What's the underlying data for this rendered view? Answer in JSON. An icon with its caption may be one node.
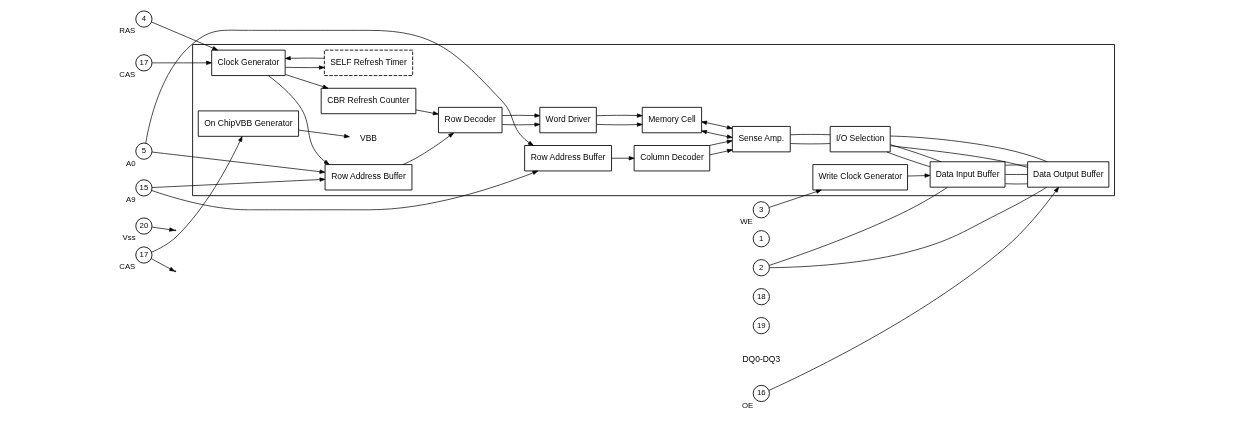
{
  "diagram": {
    "nodes": [
      {
        "text": [],
        "shape": "box"
      },
      {
        "text": [
          "4"
        ],
        "beside": [
          "RAS"
        ]
      },
      {
        "text": [
          "17"
        ],
        "beside": [
          "CAS"
        ]
      },
      {
        "text": [
          "Clock Generator"
        ],
        "in": 0
      },
      {
        "text": [
          "CBR Refresh Counter"
        ],
        "in": 0
      },
      {
        "text": [
          "SELF Refresh Timer"
        ],
        "in": 0
      },
      {
        "text": [
          "3"
        ],
        "beside": [
          "WE"
        ]
      },
      {
        "text": [
          "Write Clock Generator"
        ],
        "in": 0
      },
      {
        "text": [
          "Data Input Buffer"
        ],
        "in": 0
      },
      {
        "text": [
          "5"
        ],
        "beside": [
          "A0"
        ]
      },
      {
        "text": [
          "15"
        ],
        "beside": [
          "A9"
        ]
      },
      {
        "text": [
          "Row Address Buffer"
        ],
        "in": 0
      },
      {
        "text": [
          "Row Address Buffer"
        ],
        "in": 0
      },
      {
        "text": [
          "Row Decoder"
        ],
        "in": 0
      },
      {
        "text": [
          "Column Decoder"
        ],
        "in": 0
      },
      {
        "text": [
          "Word Driver"
        ],
        "in": 0
      },
      {
        "text": [
          "Memory Cell"
        ],
        "in": 0
      },
      {
        "text": [
          "Sense Amp."
        ],
        "in": 0
      },
      {
        "text": [
          "1"
        ]
      },
      {
        "text": [
          "2"
        ]
      },
      {
        "text": [
          "18"
        ]
      },
      {
        "text": [
          "19"
        ]
      },
      {
        "text": [
          "20"
        ],
        "beside": [
          "Vss"
        ]
      },
      {
        "text": [
          "17"
        ],
        "beside": [
          "CAS"
        ]
      },
      {
        "text": [
          "On ChipVBB Generator"
        ],
        "in": 0
      },
      {
        "text": [
          "VBB"
        ],
        "in": 0
      },
      {
        "text": [
          "I/O Selection"
        ],
        "in": 0
      },
      {
        "text": [
          "Data Output Buffer"
        ],
        "in": 0
      },
      {
        "text": [
          "16"
        ],
        "beside": [
          "OE"
        ]
      }
    ],
    "edges": [
      {
        "from": 1,
        "to": 3,
        "arrow": "to"
      },
      {
        "from": 2,
        "to": 3,
        "arrow": "to"
      },
      {
        "from": 3,
        "to": 4,
        "arrow": "to"
      },
      {
        "from": 5,
        "to": 3,
        "arrow": "to"
      },
      {
        "from": 3,
        "to": 5,
        "arrow": "to"
      },
      {
        "from": 3,
        "to": 11,
        "arrow": "to"
      },
      {
        "from": 4,
        "to": 13,
        "arrow": "to"
      },
      {
        "from": 6,
        "to": 7,
        "arrow": "to"
      },
      {
        "from": 7,
        "to": 8,
        "arrow": "to"
      },
      {
        "from": 9,
        "to": 11,
        "arrow": "to"
      },
      {
        "from": 9,
        "to": 12,
        "arrow": "to"
      },
      {
        "from": 10,
        "to": 11,
        "arrow": "to"
      },
      {
        "from": 10,
        "to": 12,
        "arrow": "to"
      },
      {
        "from": 11,
        "to": 13,
        "arrow": "to"
      },
      {
        "from": 12,
        "to": 14,
        "arrow": "to"
      },
      {
        "from": 13,
        "to": 15,
        "arrow": "to"
      },
      {
        "from": 13,
        "to": 15,
        "arrow": "to"
      },
      {
        "from": 15,
        "to": 16,
        "arrow": "to"
      },
      {
        "from": 15,
        "to": 16,
        "arrow": "to"
      },
      {
        "from": 14,
        "to": 17,
        "arrow": "to"
      },
      {
        "from": 14,
        "to": 17,
        "arrow": "to"
      },
      {
        "from": 16,
        "to": 17,
        "arrow": "both"
      },
      {
        "from": 16,
        "to": 17,
        "arrow": "both"
      },
      {
        "from": 17,
        "to": 26,
        "arrow": "none"
      },
      {
        "from": 17,
        "to": 26,
        "arrow": "none"
      },
      {
        "from": 22,
        "to": null,
        "arrow": "to"
      },
      {
        "from": 23,
        "to": 24,
        "arrow": "to"
      },
      {
        "from": 23,
        "to": null,
        "arrow": "to"
      },
      {
        "from": 24,
        "to": 25,
        "arrow": "to"
      },
      {
        "from": 8,
        "to": 27,
        "arrow": "none"
      },
      {
        "from": 8,
        "to": 27,
        "arrow": "none"
      },
      {
        "from": 8,
        "to": 27,
        "arrow": "none"
      },
      {
        "from": 26,
        "to": 8,
        "arrow": "none"
      },
      {
        "from": 26,
        "to": 27,
        "arrow": "none"
      },
      {
        "from": 26,
        "to": 8,
        "arrow": "none"
      },
      {
        "from": 26,
        "to": 27,
        "arrow": "none"
      },
      {
        "from": 19,
        "to": 8,
        "arrow": "none"
      },
      {
        "from": 19,
        "to": 27,
        "arrow": "none"
      },
      {
        "from": 28,
        "to": 27,
        "arrow": "to"
      }
    ],
    "labels": [
      "DQ0-DQ3"
    ]
  }
}
